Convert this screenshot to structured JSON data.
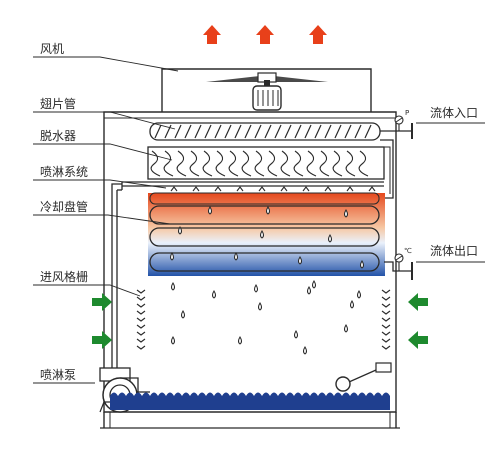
{
  "labels": {
    "fan": "风机",
    "finned_tube": "翅片管",
    "demister": "脱水器",
    "spray_system": "喷淋系统",
    "cooling_coil": "冷却盘管",
    "air_inlet_grille": "进风格栅",
    "spray_pump": "喷淋泵",
    "fluid_inlet": "流体入口",
    "fluid_outlet": "流体出口"
  },
  "gauges": {
    "inlet_pressure": "P",
    "outlet_temperature": "℃"
  },
  "colors": {
    "line": "#2a2a2a",
    "arrow_up": "#e8401a",
    "arrow_in": "#1e8a2e",
    "coil_hot": "#e5481d",
    "coil_mid": "#f6c8a4",
    "coil_light": "#eaf1fb",
    "coil_cold": "#2353a8",
    "water": "#1f3f8f",
    "drop": "#2a2a2a"
  }
}
